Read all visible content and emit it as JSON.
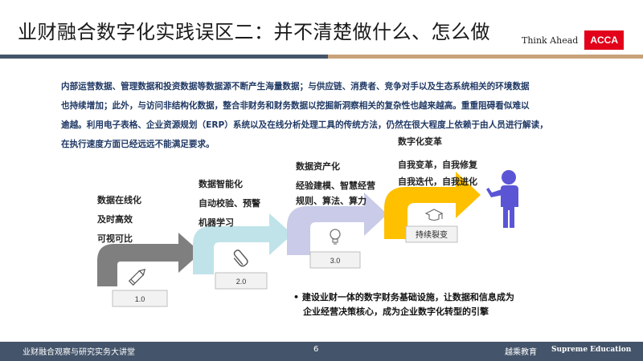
{
  "header": {
    "title": "业财融合数字化实践误区二：并不清楚做什么、怎么做",
    "brand_text": "Think Ahead",
    "brand_logo": "ACCA",
    "colors": {
      "bar_dark": "#44546a",
      "bar_accent": "#c9a27a",
      "logo_red": "#e2001a"
    }
  },
  "intro": {
    "lines": [
      "内部运营数据、管理数据和投资数据等数据源不断产生海量数据；与供应链、消费者、竞争对手以及生态系统相关的环境数据",
      "也持续增加；此外，与访问非结构化数据，整合非财务和财务数据以挖掘新洞察相关的复杂性也越来越高。重重阻碍看似难以",
      "逾越。利用电子表格、企业资源规划（ERP）系统以及在线分析处理工具的传统方法，仍然在很大程度上依赖于由人员进行解读，",
      "在执行速度方面已经远远不能满足要求。"
    ]
  },
  "stages": [
    {
      "version": "1.0",
      "lines": [
        "数据在线化",
        "及时高效",
        "可视可比"
      ],
      "icon": "pencil-icon",
      "color": "#7f7f7f"
    },
    {
      "version": "2.0",
      "lines": [
        "数据智能化",
        "自动校验、预警",
        "机器学习"
      ],
      "icon": "paperclip-icon",
      "color": "#bfe3e8"
    },
    {
      "version": "3.0",
      "lines": [
        "数据资产化",
        "经验建模、智慧经营",
        "规则、算法、算力"
      ],
      "icon": "lightbulb-icon",
      "color": "#c9cbe8"
    },
    {
      "version": "持续裂变",
      "lines": [
        "数字化变革",
        "自我变革，自我修复",
        "自我迭代，自我进化"
      ],
      "icon": "graduation-cap-icon",
      "color": "#ffc000"
    }
  ],
  "person_icon": {
    "icon": "person-pointing-icon",
    "color": "#5b55d6"
  },
  "bullet": {
    "marker": "•",
    "text_line1": "建设业财一体的数字财务基础设施，让数据和信息成为",
    "text_line2": "企业经营决策核心，成为企业数字化转型的引擎"
  },
  "footer": {
    "left": "业财融合观察与研究实务大讲堂",
    "page": "6",
    "org": "越乘教育",
    "org_en": "Supreme Education"
  }
}
